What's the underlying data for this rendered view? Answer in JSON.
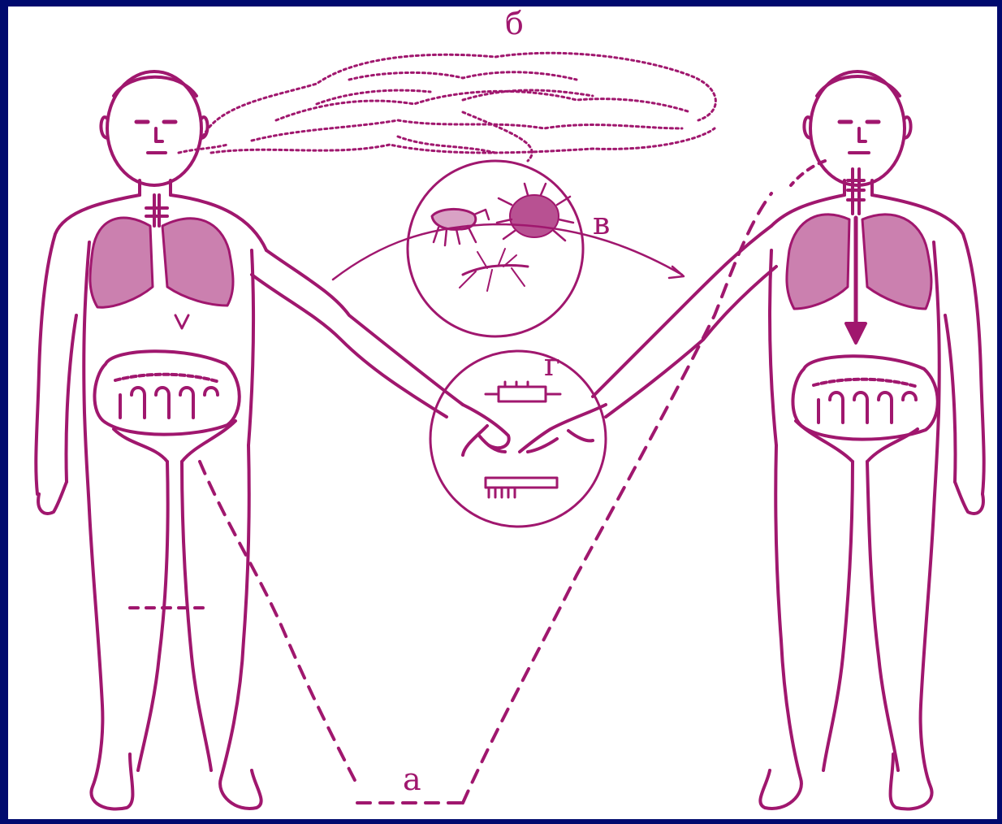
{
  "labels": {
    "a": "а",
    "b": "б",
    "v": "в",
    "g": "г"
  },
  "colors": {
    "frame": "#000a6e",
    "background": "#ffffff",
    "ink": "#a0176e"
  },
  "icons": [
    "left-human-figure-icon",
    "right-human-figure-icon",
    "lungs-icon",
    "intestines-icon",
    "airborne-droplets-cloud-icon",
    "insects-icon",
    "syringe-icon",
    "comb-icon",
    "handshake-icon"
  ]
}
